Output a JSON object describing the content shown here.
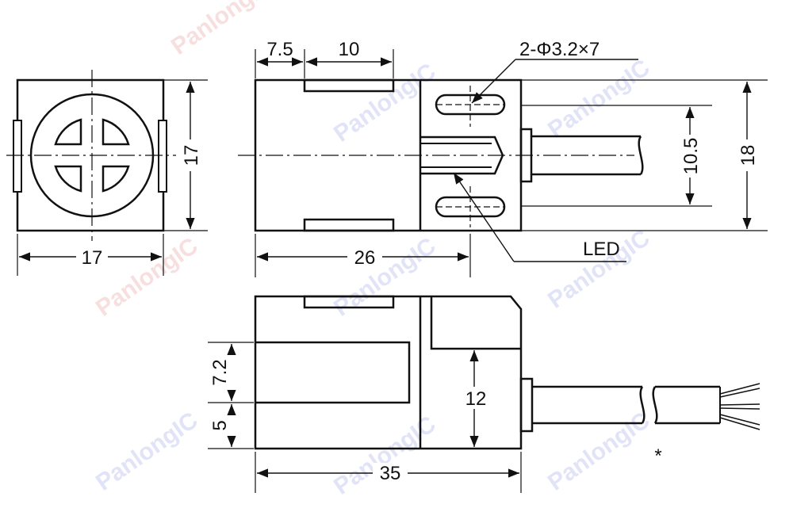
{
  "watermark": "PanlongIC",
  "front_view": {
    "width_label": "17",
    "height_label": "17"
  },
  "side_view": {
    "dim_left_offset": "7.5",
    "dim_slot_width": "10",
    "dim_hole_note": "2-Φ3.2×7",
    "dim_inner_height": "10.5",
    "dim_total_height": "18",
    "dim_length": "26",
    "led_label": "LED"
  },
  "bottom_view": {
    "dim_upper": "7.2",
    "dim_lower": "5",
    "dim_height": "12",
    "dim_total_length": "35",
    "cable_note": "*"
  }
}
